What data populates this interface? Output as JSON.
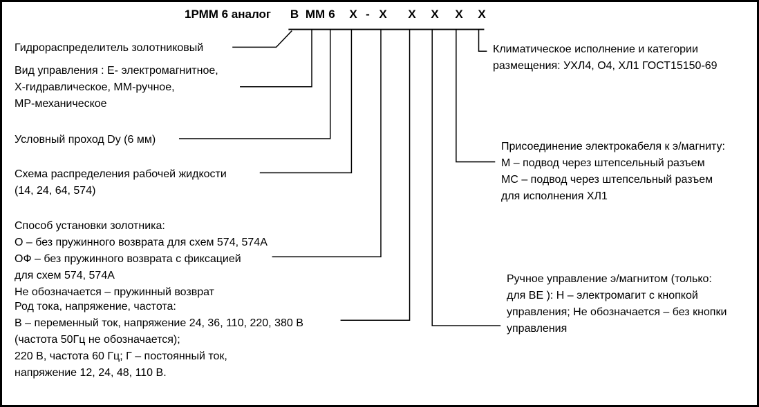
{
  "title": {
    "label": "1РММ 6 аналог"
  },
  "code": {
    "tokens": [
      "В",
      "ММ",
      "6",
      "Х",
      "-",
      "Х",
      "Х",
      "Х",
      "Х",
      "Х"
    ]
  },
  "left_labels": [
    {
      "text": "Гидрораспределитель золотниковый"
    },
    {
      "text": "Вид управления : Е- электромагнитное,\nХ-гидравлическое, ММ-ручное,\nМР-механическое"
    },
    {
      "text": "Условный проход Dу (6 мм)"
    },
    {
      "text": "Схема распределения рабочей жидкости\n(14, 24, 64, 574)"
    },
    {
      "text": "Способ установки золотника:\nО – без пружинного возврата для схем 574, 574А\nОФ – без пружинного возврата с фиксацией\nдля схем 574, 574А\nНе обозначается – пружинный возврат"
    },
    {
      "text": "Род тока, напряжение, частота:\nВ – переменный ток, напряжение 24, 36, 110, 220, 380 В\n(частота 50Гц не обозначается);\n220 В, частота 60 Гц; Г – постоянный ток,\nнапряжение 12, 24, 48, 110 В."
    }
  ],
  "right_labels": [
    {
      "text": "Климатическое исполнение и категории\nразмещения: УХЛ4, О4, ХЛ1 ГОСТ15150-69"
    },
    {
      "text": "Присоединение электрокабеля к э/магниту:\nМ – подвод через штепсельный разъем\nМС – подвод через штепсельный разъем\nдля исполнения ХЛ1"
    },
    {
      "text": "Ручное управление э/магнитом (только:\nдля ВЕ ): Н – электромагит с кнопкой\nуправления; Не обозначается – без кнопки\nуправления"
    }
  ],
  "colors": {
    "line": "#000000",
    "background": "#ffffff"
  }
}
